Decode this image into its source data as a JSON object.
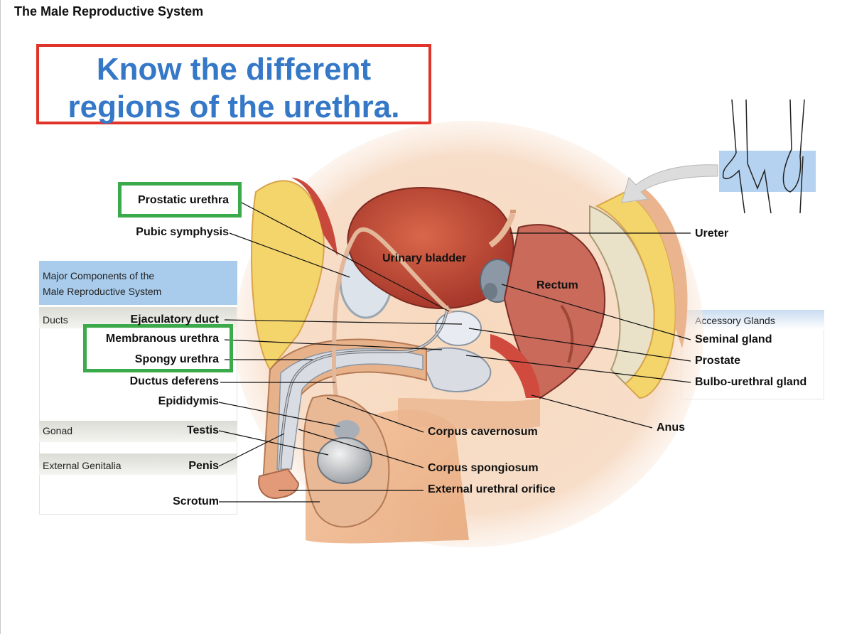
{
  "page": {
    "title": "The Male Reproductive System"
  },
  "callout": {
    "line1": "Know the different",
    "line2": "regions of the urethra."
  },
  "table": {
    "header_line1": "Major Components of the",
    "header_line2": "Male Reproductive System",
    "categories": [
      "Ducts",
      "Gonad",
      "External Genitalia"
    ]
  },
  "accessory": {
    "header": "Accessory Glands"
  },
  "labels": {
    "prostatic_urethra": "Prostatic urethra",
    "pubic_symphysis": "Pubic symphysis",
    "ejaculatory_duct": "Ejaculatory duct",
    "membranous_urethra": "Membranous urethra",
    "spongy_urethra": "Spongy urethra",
    "ductus_deferens": "Ductus deferens",
    "epididymis": "Epididymis",
    "testis": "Testis",
    "penis": "Penis",
    "scrotum": "Scrotum",
    "urinary_bladder": "Urinary bladder",
    "rectum": "Rectum",
    "ureter": "Ureter",
    "seminal_gland": "Seminal gland",
    "prostate": "Prostate",
    "bulbo_urethral_gland": "Bulbo-urethral gland",
    "anus": "Anus",
    "corpus_cavernosum": "Corpus cavernosum",
    "corpus_spongiosum": "Corpus spongiosum",
    "external_urethral_orifice": "External urethral orifice"
  },
  "colors": {
    "callout_border": "#e0342a",
    "callout_text": "#3578c7",
    "highlight_box": "#3aaa4a",
    "table_header": "#a9ccec"
  },
  "icons": {
    "orientation_arrow": "curved-arrow-icon",
    "body_inset": "body-orientation-icon"
  }
}
